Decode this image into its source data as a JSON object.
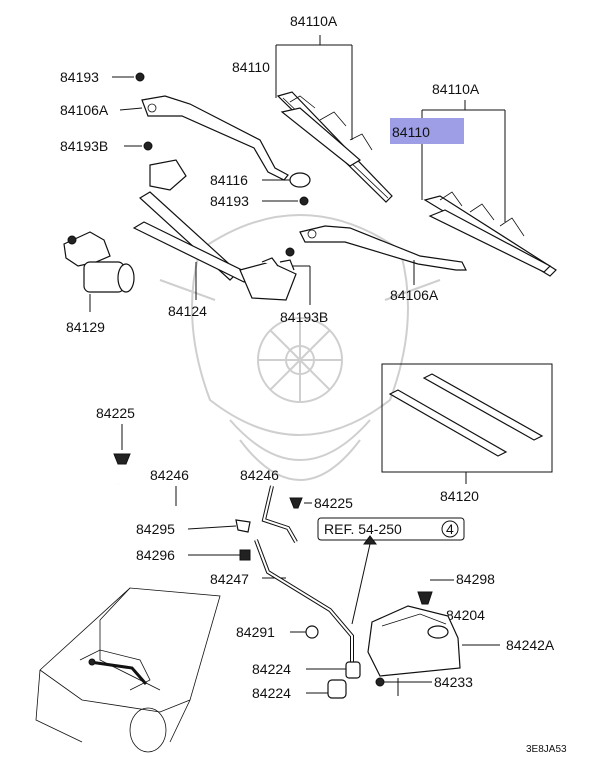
{
  "labels": {
    "l_84110A_top": "84110A",
    "l_84110_top": "84110",
    "l_84110A_right": "84110A",
    "l_84110_right": "84110",
    "l_84193_a": "84193",
    "l_84106A_a": "84106A",
    "l_84193B_a": "84193B",
    "l_84116": "84116",
    "l_84193_b": "84193",
    "l_84106A_b": "84106A",
    "l_84124": "84124",
    "l_84193B_b": "84193B",
    "l_84129": "84129",
    "l_84225_a": "84225",
    "l_84246_a": "84246",
    "l_84246_b": "84246",
    "l_84225_b": "84225",
    "l_84295": "84295",
    "l_84296": "84296",
    "l_84247": "84247",
    "l_84120": "84120",
    "l_ref": "REF. 54-250",
    "l_ref_num": "4",
    "l_84298": "84298",
    "l_84204": "84204",
    "l_84291": "84291",
    "l_84242A": "84242A",
    "l_84224_a": "84224",
    "l_84224_b": "84224",
    "l_84233": "84233",
    "l_code": "3E8JA53"
  },
  "highlight_color": "#9d9ee6"
}
